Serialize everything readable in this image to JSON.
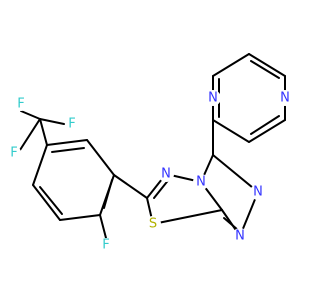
{
  "colors": {
    "background": "#ffffff",
    "bond": "#000000",
    "N": "#3333ff",
    "F": "#33cccc",
    "S": "#b2b200"
  },
  "atoms": {
    "n_pyrazine_top": "N",
    "n_pyrazine_left": "N",
    "n_triazole_bridge": "N",
    "n_thiadiazole": "N",
    "n_triazole_right": "N",
    "n_triazole_bottom": "N",
    "s_thiadiazole": "S",
    "f_cf3_left": "F",
    "f_cf3_top": "F",
    "f_cf3_bottom": "F",
    "f_aryl": "F"
  }
}
